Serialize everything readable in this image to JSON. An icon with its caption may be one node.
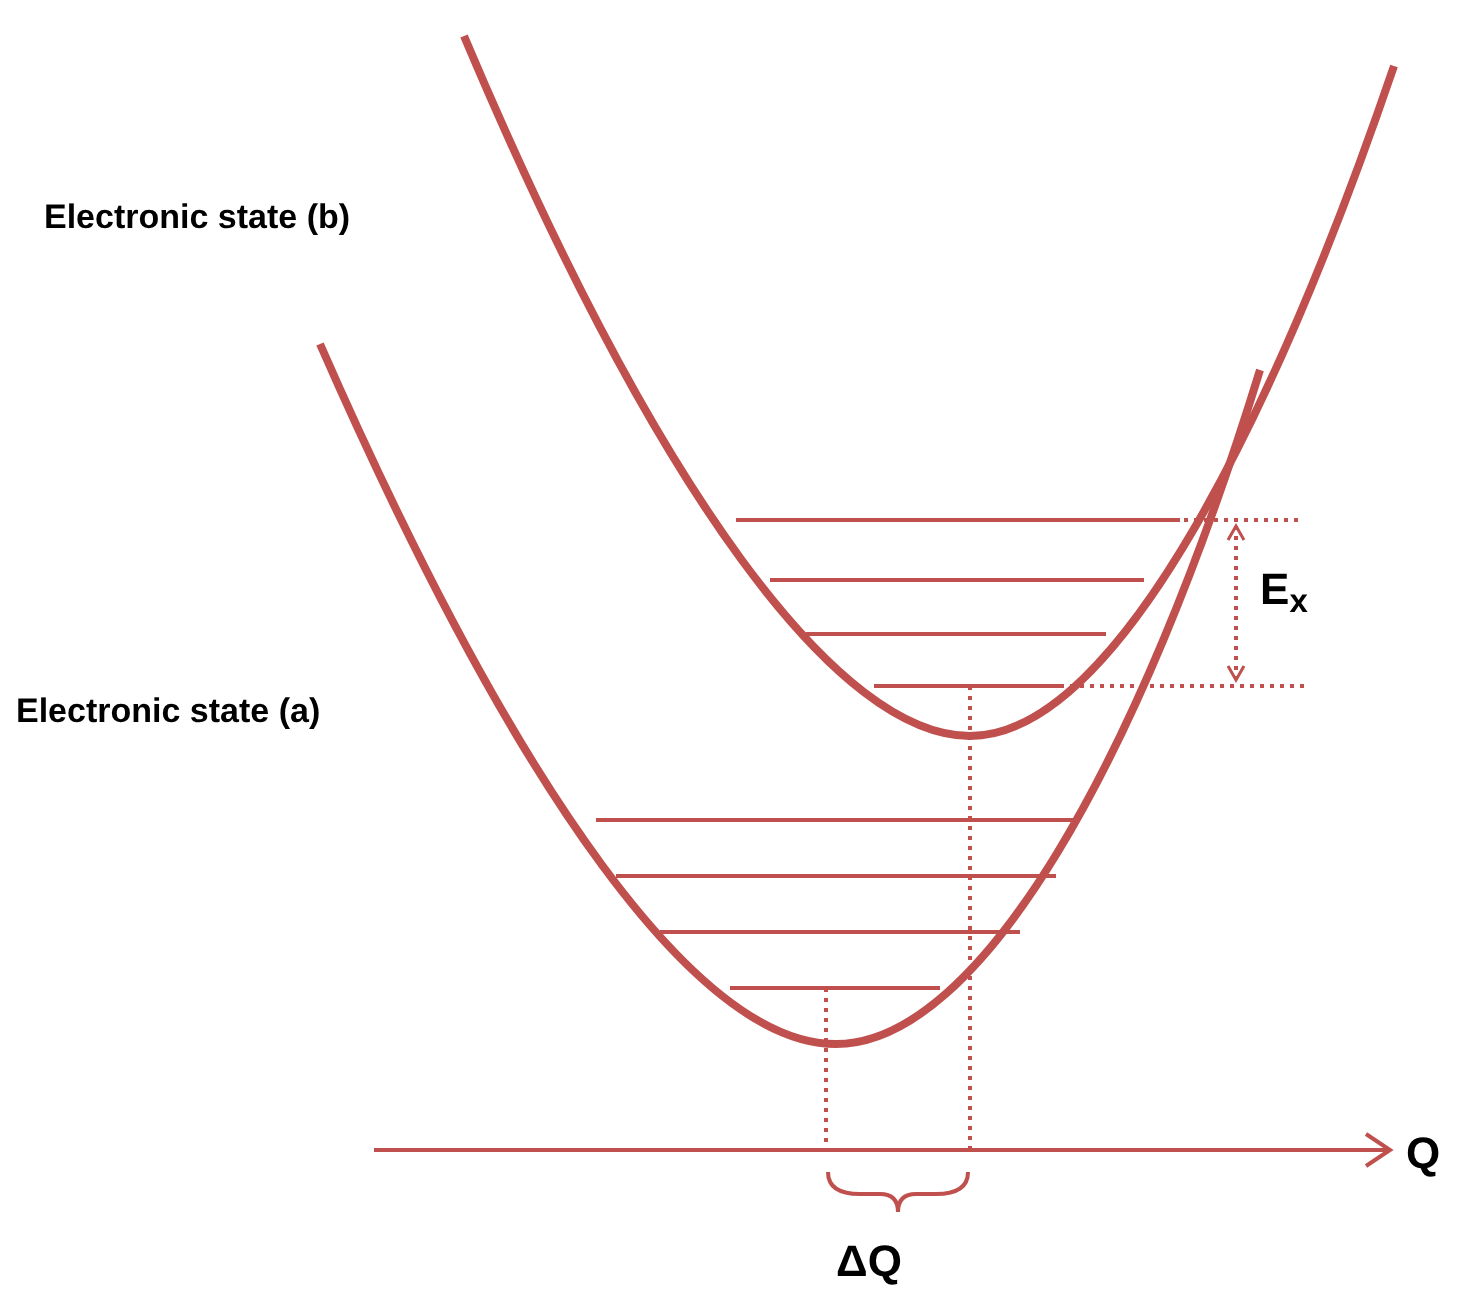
{
  "diagram": {
    "labels": [
      "Electronic state (b)",
      "Electronic state (a)",
      "E$_{x}$",
      "Q",
      "ΔQ"
    ]
  }
}
